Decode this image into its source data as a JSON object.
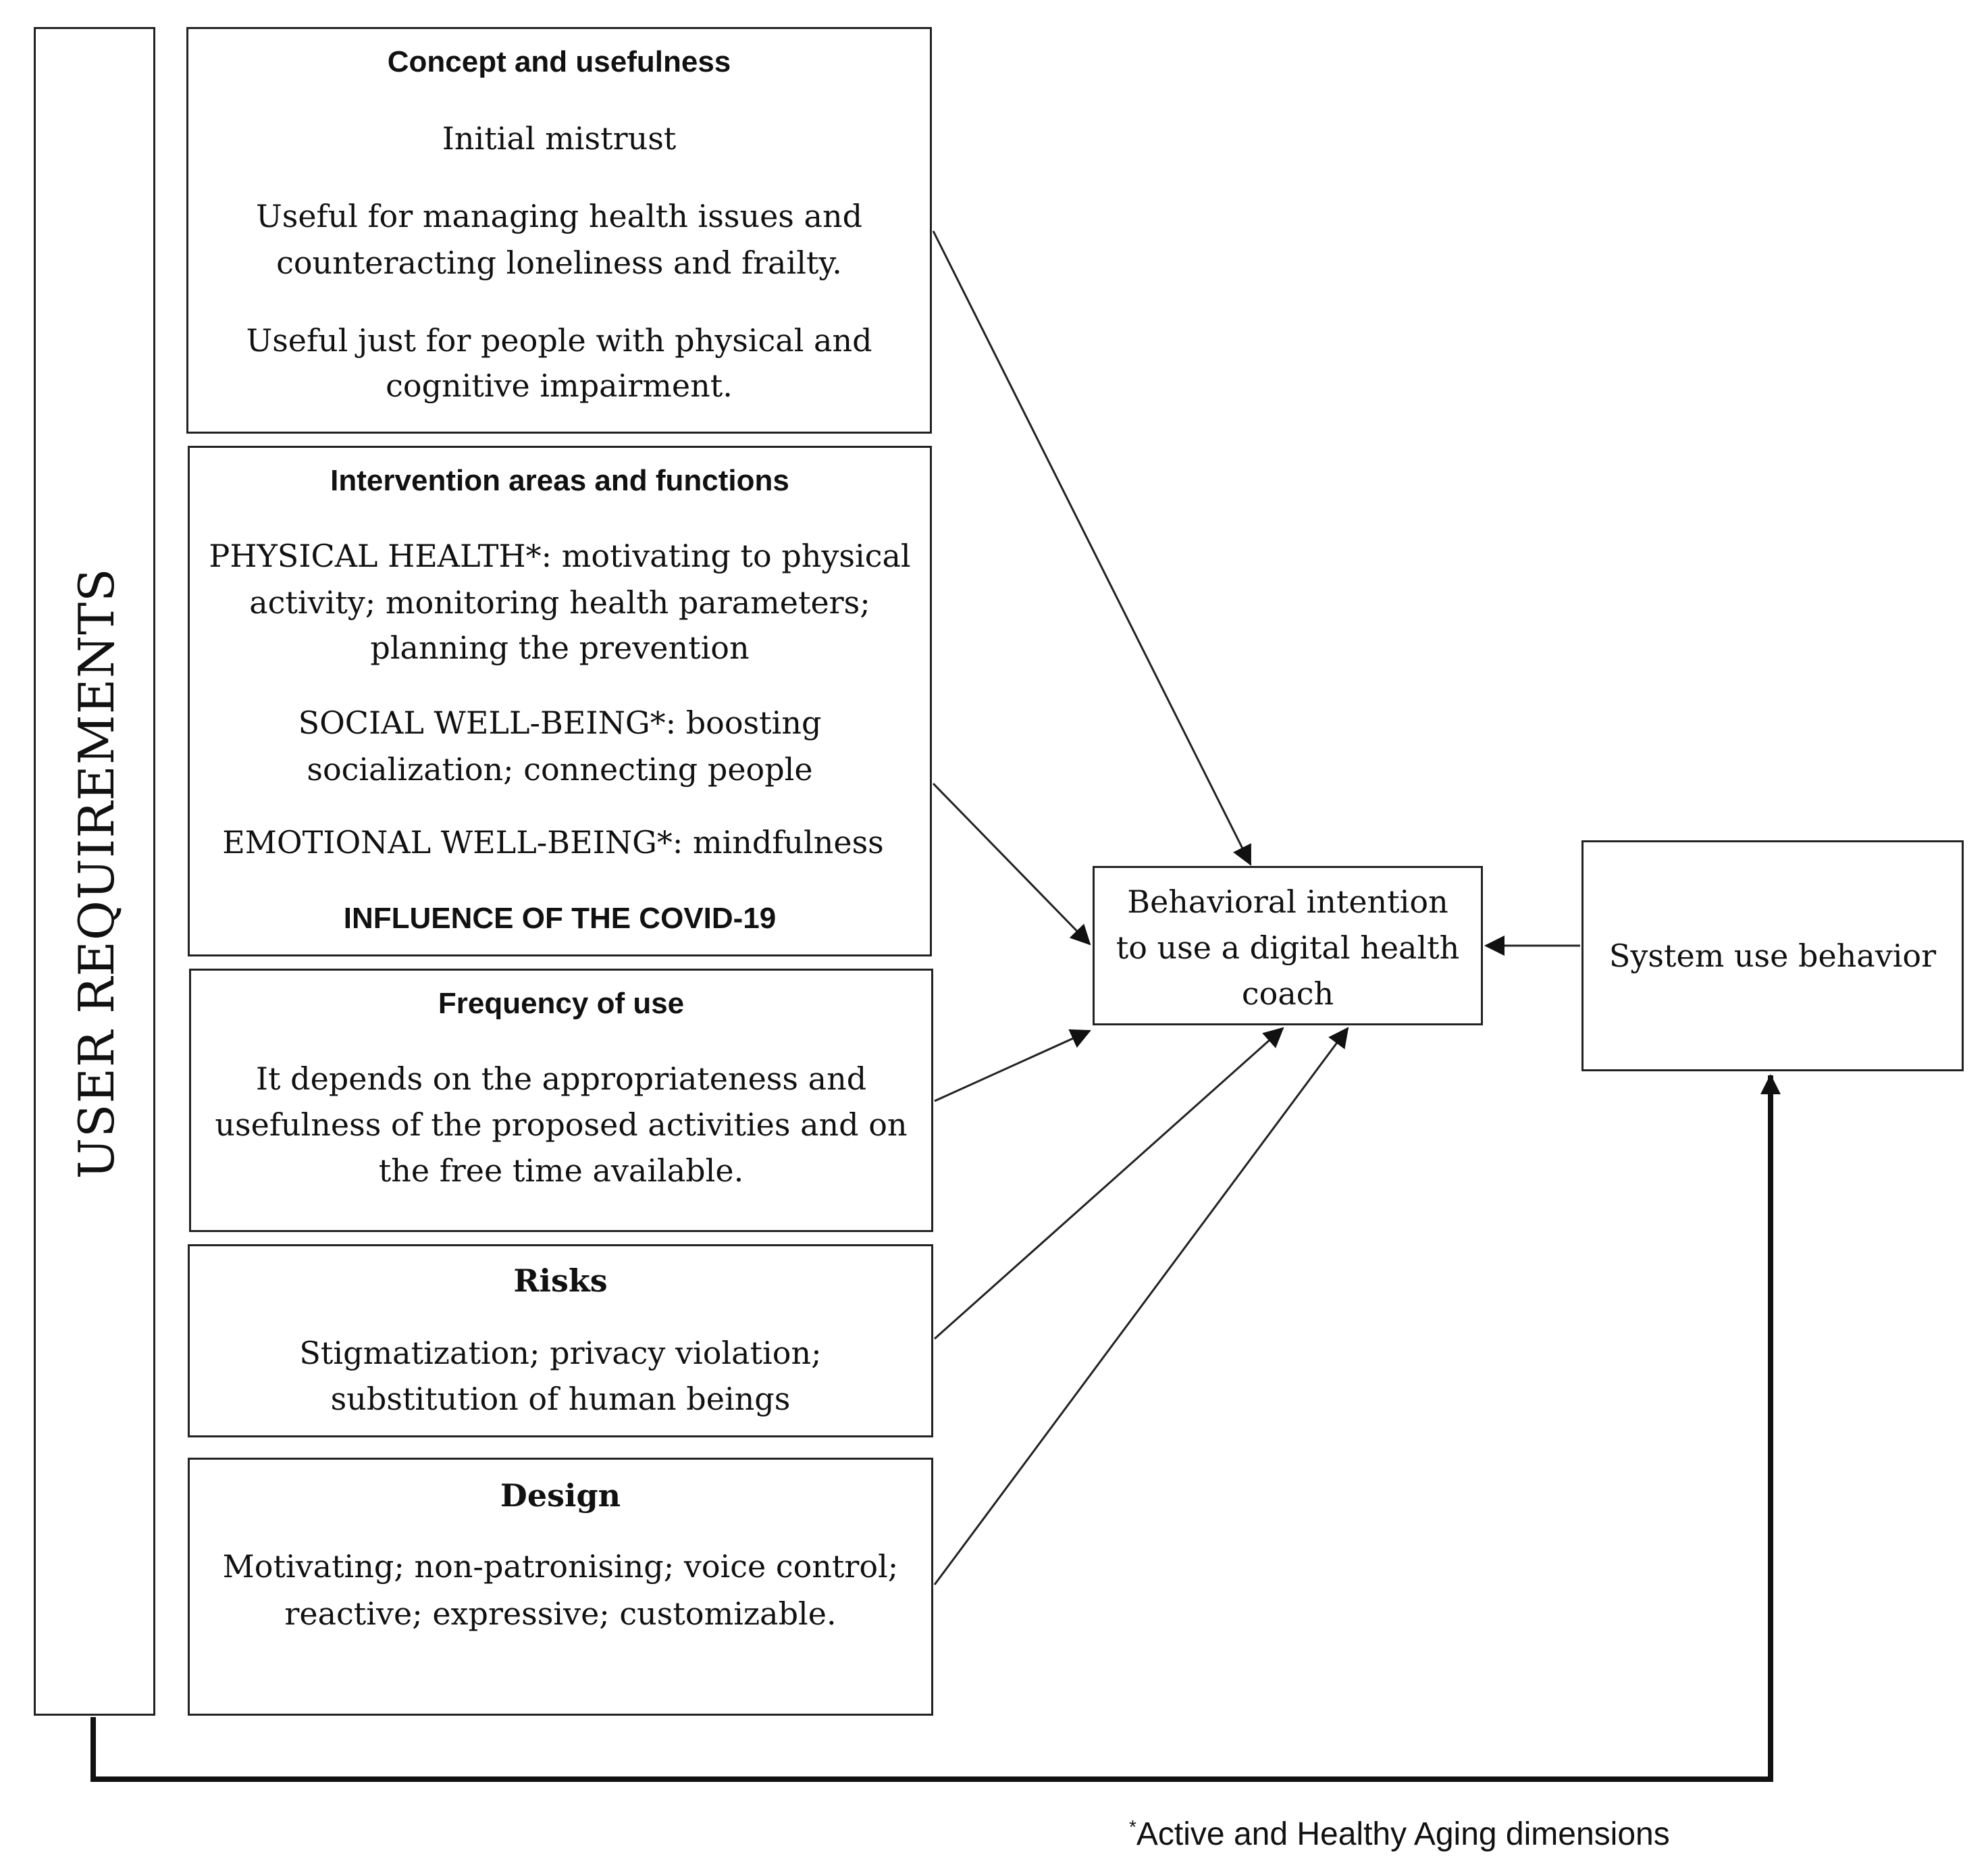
{
  "user_requirements": "USER REQUIREMENTS",
  "concept": {
    "title": "Concept and usefulness",
    "line1": "Initial mistrust",
    "line2": "Useful for managing health issues and",
    "line3": "counteracting loneliness and frailty.",
    "line4": "Useful just for people with physical and",
    "line5": "cognitive impairment."
  },
  "intervention": {
    "title": "Intervention areas and functions",
    "line1": "PHYSICAL HEALTH*: motivating to physical",
    "line2": "activity; monitoring health parameters;",
    "line3": "planning the prevention",
    "line4": "SOCIAL WELL-BEING*: boosting",
    "line5": "socialization; connecting people",
    "line6": "EMOTIONAL WELL-BEING*: mindfulness",
    "line7": "INFLUENCE OF THE COVID-19"
  },
  "frequency": {
    "title": "Frequency of use",
    "line1": "It depends on the appropriateness and",
    "line2": "usefulness of the proposed activities and on",
    "line3": "the free time available."
  },
  "risks": {
    "title": "Risks",
    "line1": "Stigmatization; privacy violation;",
    "line2": "substitution of human beings"
  },
  "design": {
    "title": "Design",
    "line1": "Motivating; non-patronising; voice control;",
    "line2": "reactive; expressive; customizable."
  },
  "intention": {
    "line1": "Behavioral intention",
    "line2": "to use a digital health",
    "line3": "coach"
  },
  "system_use": "System use behavior",
  "footnote": {
    "mark": "*",
    "text": "Active and Healthy Aging dimensions"
  }
}
